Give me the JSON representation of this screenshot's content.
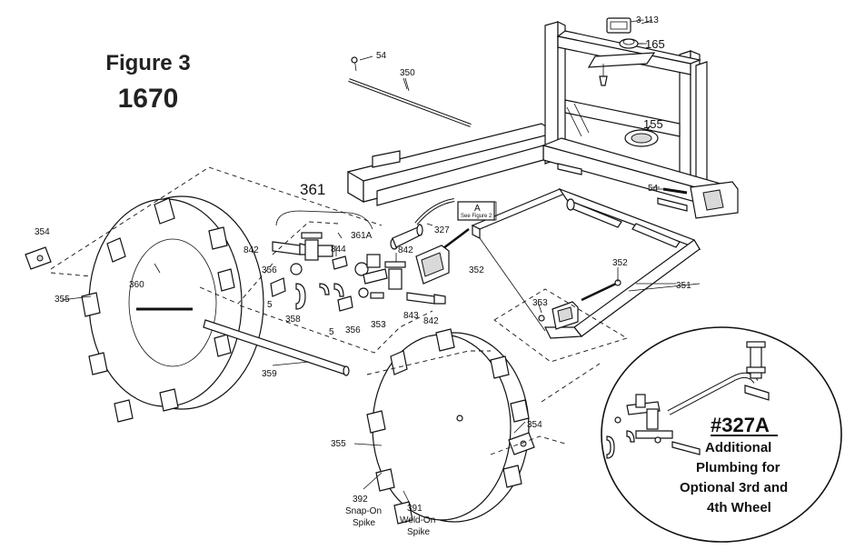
{
  "figure": {
    "title": "Figure 3",
    "model": "1670"
  },
  "callouts": {
    "c3_113": "3-113",
    "c165": "165",
    "c155": "155",
    "c54_top": "54",
    "c350": "350",
    "c54_right": "54",
    "c361": "361",
    "c361a": "361A",
    "c327": "327",
    "ref_a": "A",
    "ref_a_note": "See Figure 2",
    "c842_left": "842",
    "c844": "844",
    "c842_mid": "842",
    "c352_mid": "352",
    "c352_right": "352",
    "c351": "351",
    "c354_left": "354",
    "c355_left": "355",
    "c360": "360",
    "c356_left": "356",
    "c5_left": "5",
    "c358": "358",
    "c5_mid": "5",
    "c356_mid": "356",
    "c353_mid": "353",
    "c843": "843",
    "c842_low": "842",
    "c353_right": "353",
    "c359": "359",
    "c355_right": "355",
    "c354_right": "354",
    "c392": "392",
    "c392_label1": "Snap-On",
    "c392_label2": "Spike",
    "c391": "391",
    "c391_label1": "Weld-On",
    "c391_label2": "Spike"
  },
  "inset": {
    "title": "#327A",
    "line1": "Additional",
    "line2": "Plumbing for",
    "line3": "Optional 3rd and",
    "line4": "4th Wheel"
  }
}
